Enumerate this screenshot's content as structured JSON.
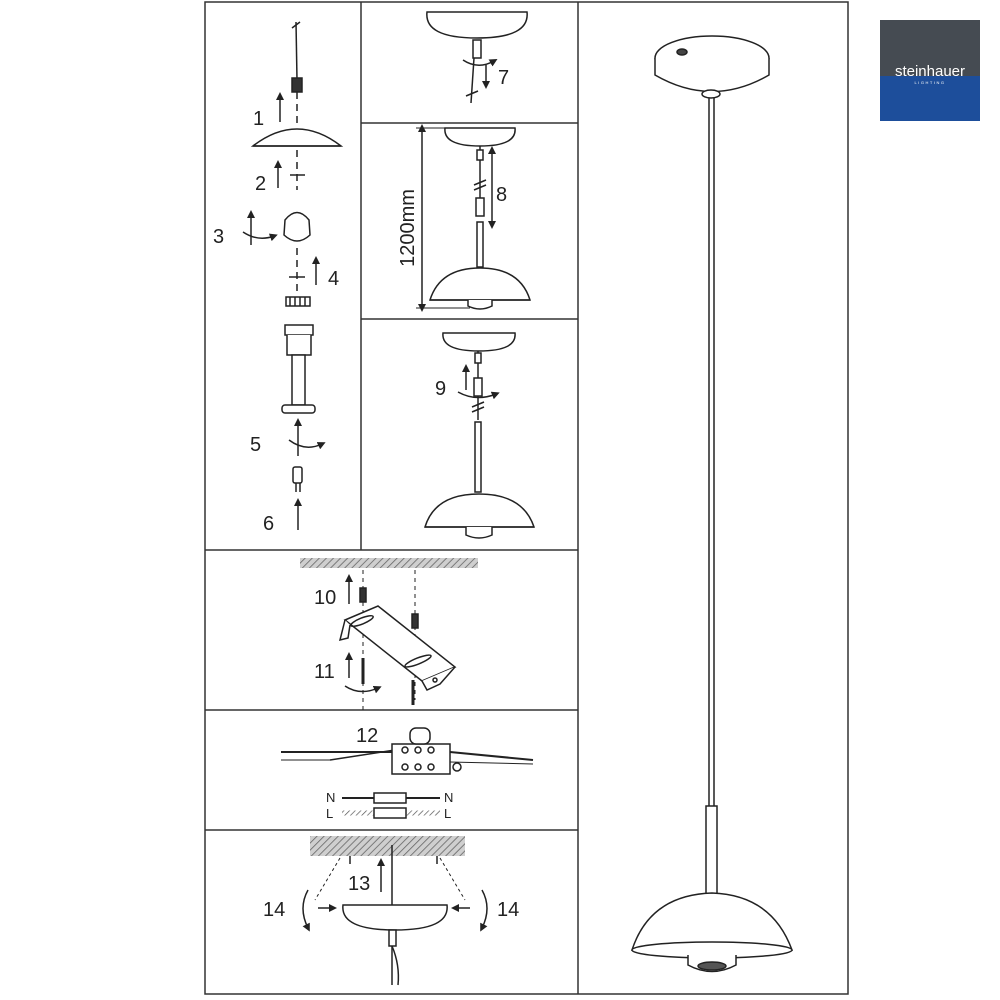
{
  "logo": {
    "brand": "steinhauer",
    "tagline": "LIGHTING",
    "colors": {
      "top": "#454b52",
      "bottom": "#1d4e9b"
    }
  },
  "steps": {
    "s1": "1",
    "s2": "2",
    "s3": "3",
    "s4": "4",
    "s5": "5",
    "s6": "6",
    "s7": "7",
    "s8": "8",
    "s9": "9",
    "s10": "10",
    "s11": "11",
    "s12": "12",
    "s13": "13",
    "s14a": "14",
    "s14b": "14"
  },
  "dimension": {
    "height": "1200mm"
  },
  "wiring": {
    "neutral": "N",
    "live": "L"
  },
  "icons": [
    "arrow-up-icon",
    "rotate-icon",
    "bulb-icon",
    "screw-icon",
    "ceiling-hatch-icon"
  ]
}
